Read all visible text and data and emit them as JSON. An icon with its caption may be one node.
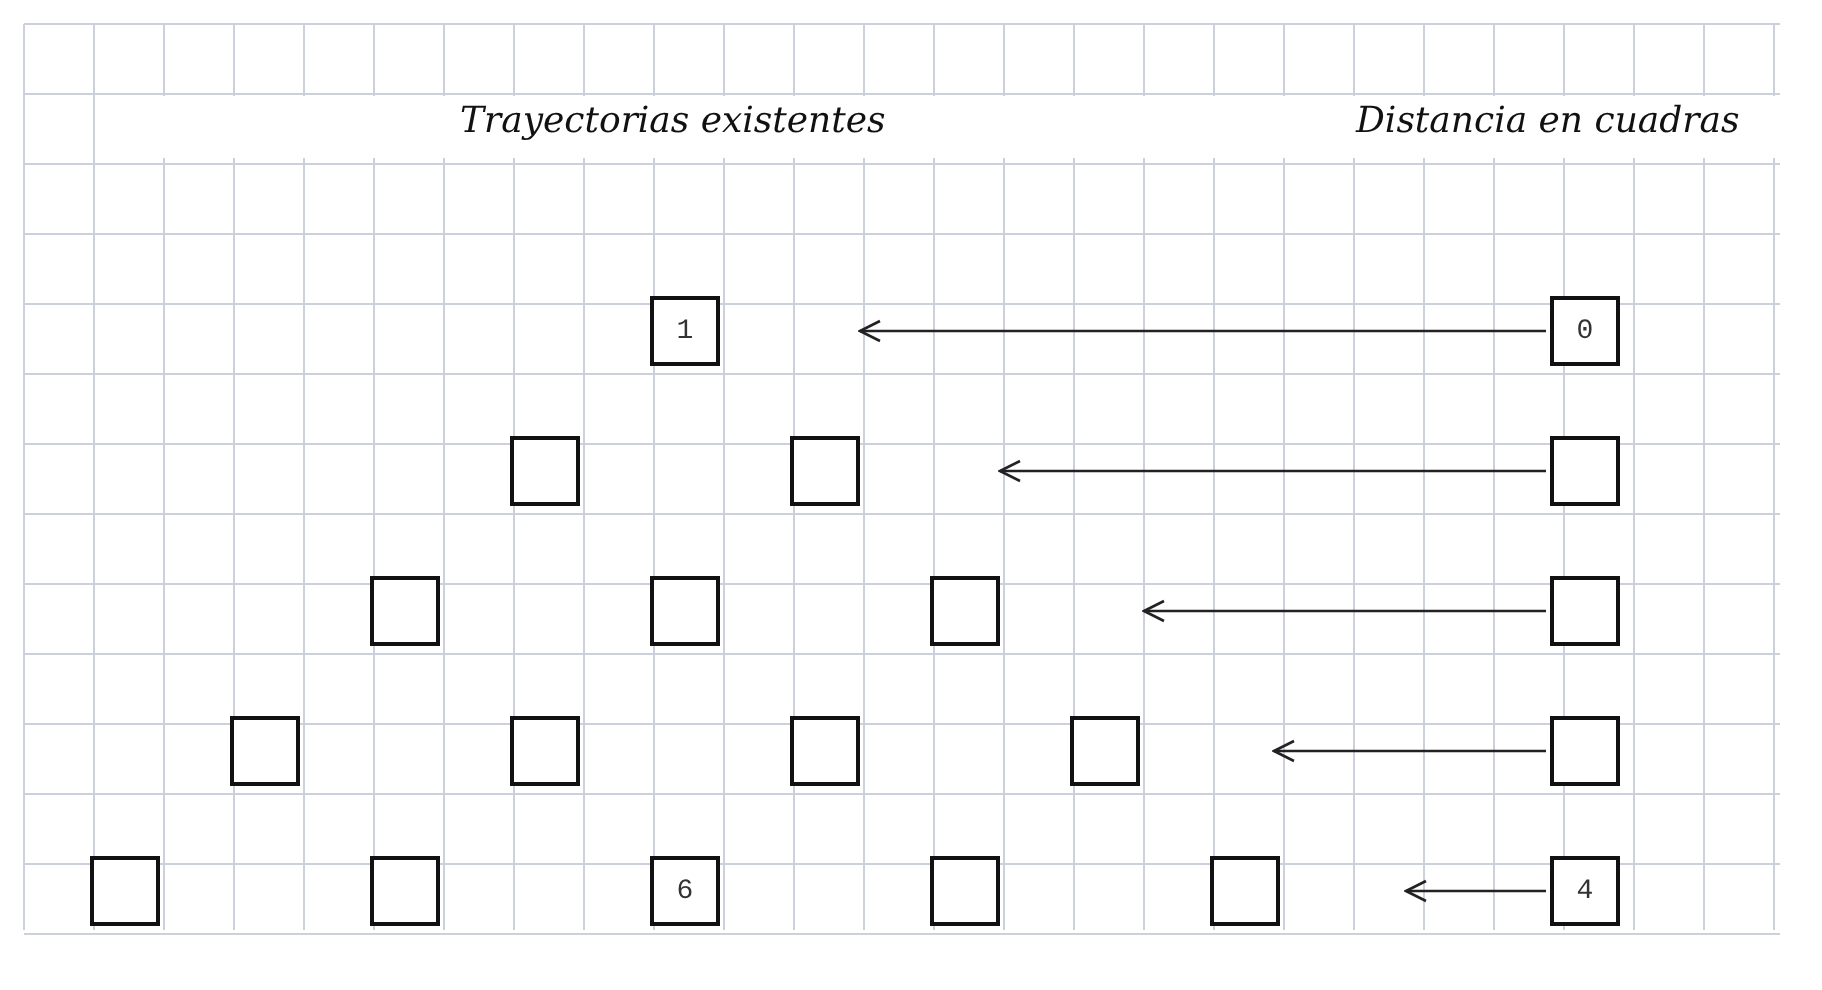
{
  "diagram": {
    "nodes": [
      {
        "text": [
          "1"
        ]
      },
      {
        "text": [
          "0"
        ]
      },
      {
        "text": [],
        "shape": "box"
      },
      {
        "text": [],
        "shape": "box"
      },
      {
        "text": [],
        "shape": "box"
      },
      {
        "text": [],
        "shape": "box"
      },
      {
        "text": [],
        "shape": "box"
      },
      {
        "text": [],
        "shape": "box"
      },
      {
        "text": [],
        "shape": "box"
      },
      {
        "text": [],
        "shape": "box"
      },
      {
        "text": [],
        "shape": "box"
      },
      {
        "text": [],
        "shape": "box"
      },
      {
        "text": [],
        "shape": "box"
      },
      {
        "text": [],
        "shape": "box"
      },
      {
        "text": [],
        "shape": "box"
      },
      {
        "text": [],
        "shape": "box"
      },
      {
        "text": [
          "6"
        ]
      },
      {
        "text": [],
        "shape": "box"
      },
      {
        "text": [],
        "shape": "box"
      },
      {
        "text": [
          "4"
        ]
      }
    ],
    "edges": [
      {
        "from": 1,
        "to": null,
        "arrow": "to"
      },
      {
        "from": 4,
        "to": null,
        "arrow": "to"
      },
      {
        "from": 8,
        "to": null,
        "arrow": "to"
      },
      {
        "from": 13,
        "to": null,
        "arrow": "to"
      },
      {
        "from": 19,
        "to": null,
        "arrow": "to"
      }
    ],
    "labels": [
      "Trayectorias existentes",
      "Distancia en cuadras"
    ]
  }
}
